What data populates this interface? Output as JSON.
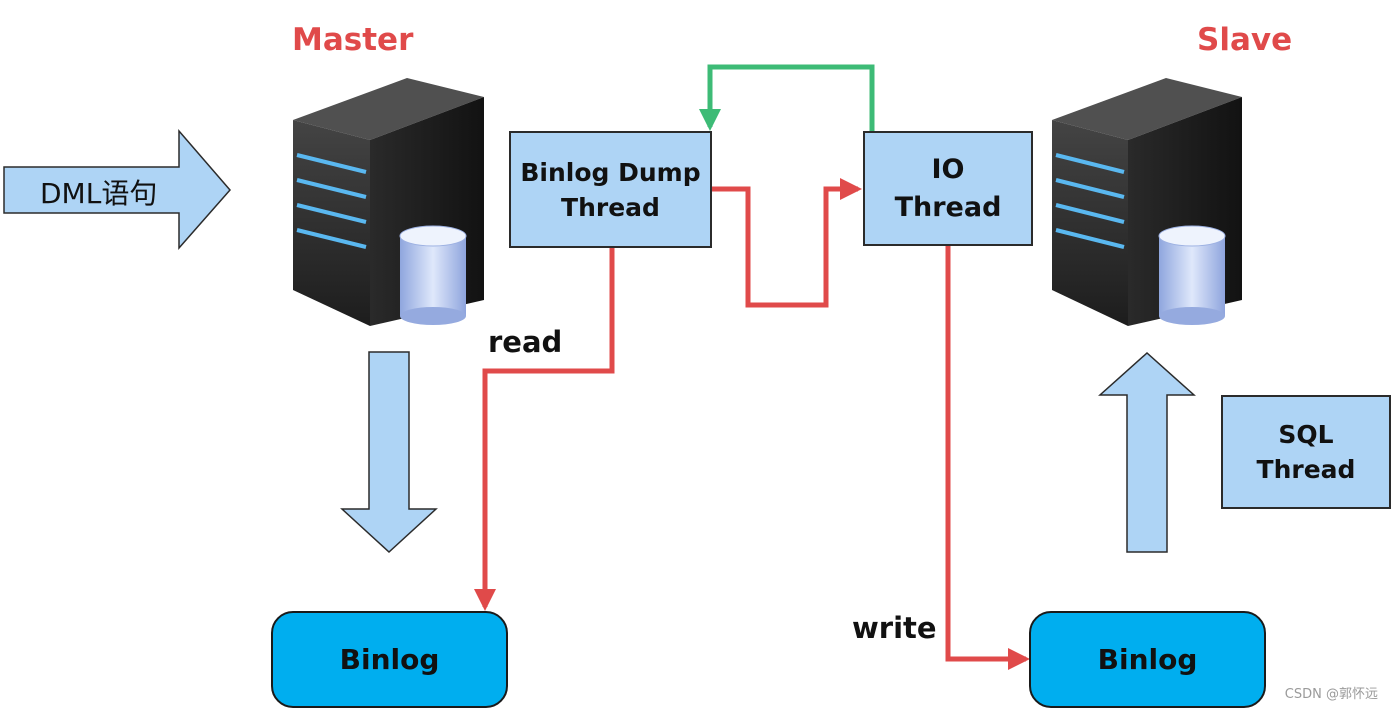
{
  "master": {
    "title": "Master"
  },
  "slave": {
    "title": "Slave"
  },
  "dml": {
    "label": "DML语句"
  },
  "binlog_dump_thread": {
    "line1": "Binlog Dump",
    "line2": "Thread"
  },
  "io_thread": {
    "line1": "IO",
    "line2": "Thread"
  },
  "sql_thread": {
    "line1": "SQL",
    "line2": "Thread"
  },
  "master_binlog": {
    "label": "Binlog"
  },
  "slave_binlog": {
    "label": "Binlog"
  },
  "edges": {
    "read_label": "read",
    "write_label": "write"
  },
  "watermark": "CSDN @郭怀远",
  "colors": {
    "title": "#e04a4a",
    "box_fill": "#aed4f5",
    "binlog_fill": "#00aeef",
    "red_line": "#e04a4a",
    "green_line": "#3dbb76",
    "arrow_fill": "#aed4f5"
  }
}
